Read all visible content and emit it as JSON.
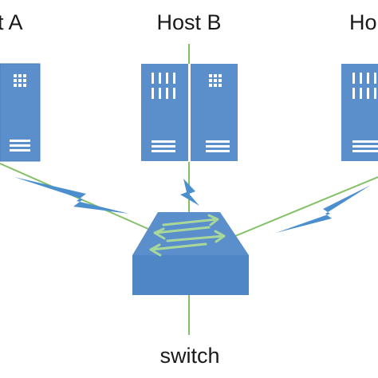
{
  "labels": {
    "host_a": "t A",
    "host_b": "Host B",
    "host_c": "Ho",
    "switch": "switch"
  },
  "colors": {
    "server_blue": "#5b8fcb",
    "server_dark": "#3f73ae",
    "link_green": "#84c066",
    "wireless_blue": "#4b8fce",
    "arrow_green": "#a8d79a",
    "text": "#1a1a1a"
  },
  "icons": [
    "server-icon",
    "switch-icon",
    "wireless-link-icon"
  ]
}
